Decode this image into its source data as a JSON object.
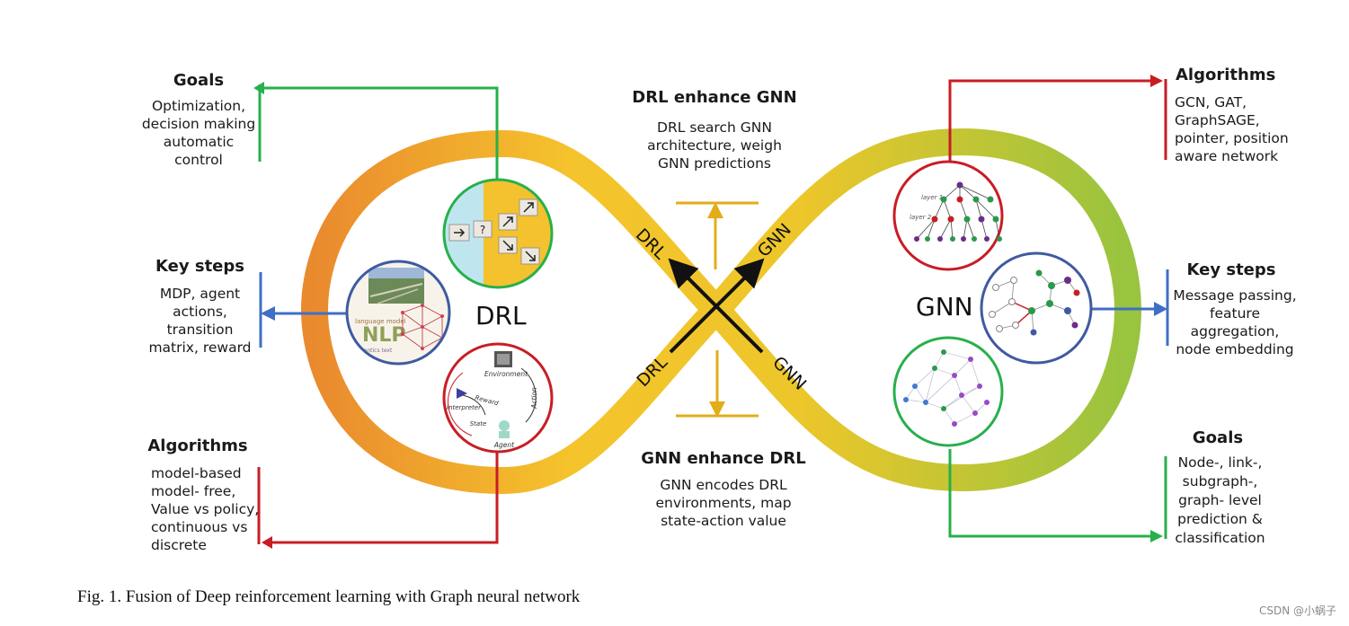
{
  "center": {
    "left_label": "DRL",
    "right_label": "GNN"
  },
  "arrows": {
    "up_left": "DRL",
    "up_right": "GNN",
    "down_left": "DRL",
    "down_right": "GNN"
  },
  "top_center": {
    "title": "DRL enhance GNN",
    "text": "DRL search GNN\narchitecture, weigh\nGNN predictions"
  },
  "bottom_center": {
    "title": "GNN enhance DRL",
    "text": "GNN encodes DRL\nenvironments, map\nstate-action value"
  },
  "left_goals": {
    "title": "Goals",
    "text": "Optimization,\ndecision making\nautomatic\ncontrol"
  },
  "left_keysteps": {
    "title": "Key steps",
    "text": "MDP, agent\nactions,\ntransition\nmatrix, reward"
  },
  "left_algorithms": {
    "title": "Algorithms",
    "text": "model-based\nmodel- free,\nValue vs policy,\ncontinuous vs\ndiscrete"
  },
  "right_algorithms": {
    "title": "Algorithms",
    "text": "GCN, GAT,\nGraphSAGE,\npointer, position\naware network"
  },
  "right_keysteps": {
    "title": "Key steps",
    "text": "Message passing,\nfeature\naggregation,\nnode embedding"
  },
  "right_goals": {
    "title": "Goals",
    "text": "Node-, link-,\nsubgraph-,\ngraph- level\nprediction &\nclassification"
  },
  "icons": {
    "rl_cycle": {
      "top": "Environment",
      "right": "Action",
      "left": "Reward",
      "interpreter": "Interpreter",
      "state": "State",
      "bottom": "Agent"
    },
    "graph_layers": {
      "layer1": "layer 1",
      "layer2": "layer 2"
    },
    "word_cloud": "NLP"
  },
  "caption": "Fig. 1.  Fusion of Deep reinforcement learning with Graph neural network",
  "watermark": "CSDN @小蜗子",
  "colors": {
    "orange": "#ea8a2e",
    "yellow": "#f5c42c",
    "green": "#9cc53e",
    "arrow_green": "#27b04b",
    "arrow_red": "#c81d25",
    "arrow_blue": "#3f6fc6",
    "gold": "#e2ad18"
  }
}
